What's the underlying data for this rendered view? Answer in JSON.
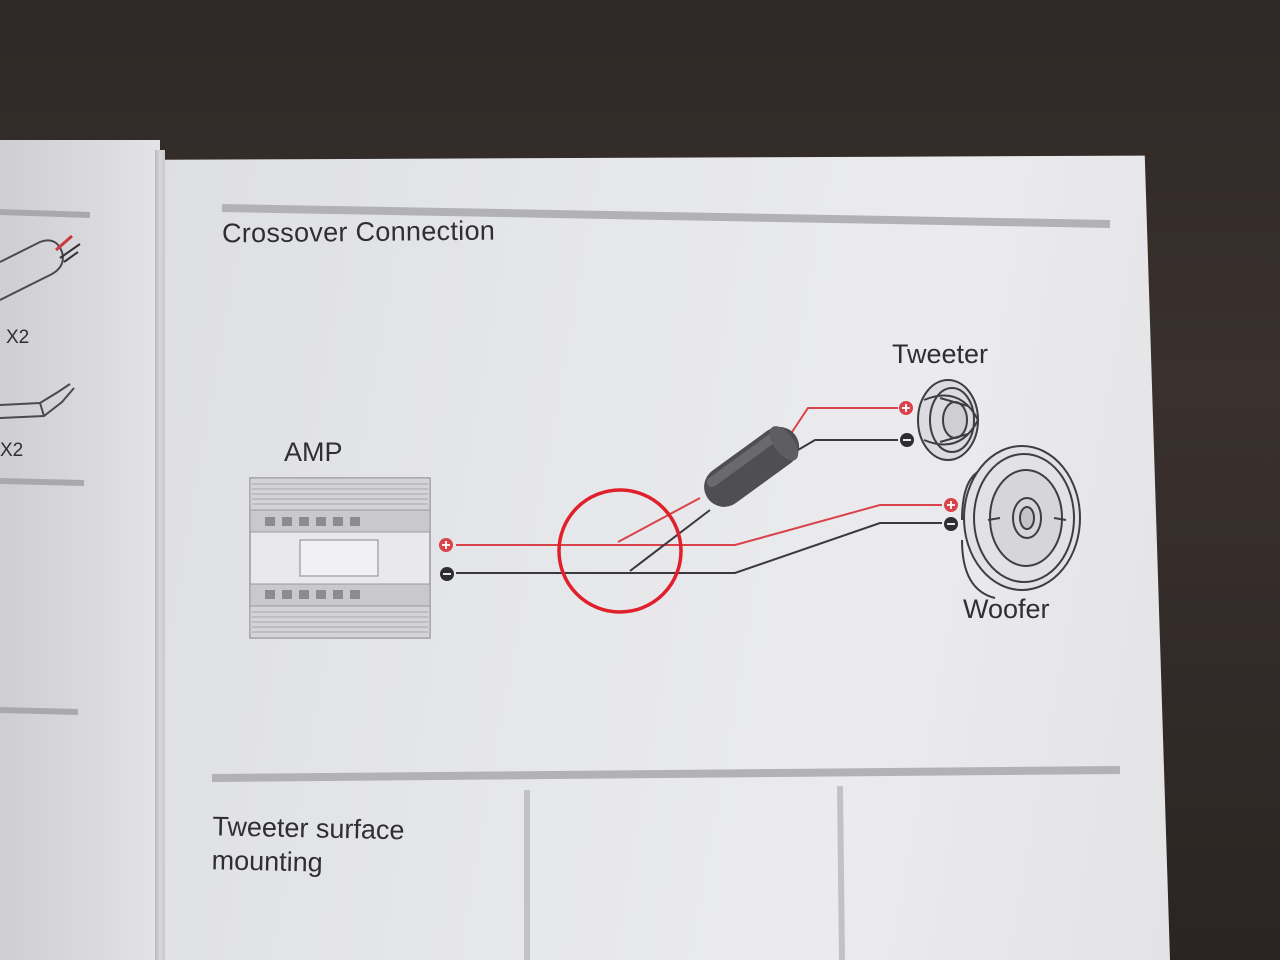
{
  "section": {
    "title": "Crossover Connection"
  },
  "labels": {
    "amp": "AMP",
    "tweeter": "Tweeter",
    "woofer": "Woofer"
  },
  "next_section": {
    "title": "Tweeter surface mounting"
  },
  "left_page": {
    "qty_1": "X2",
    "qty_2": "X2"
  },
  "colors": {
    "positive_wire": "#d9434a",
    "negative_wire": "#3a3a3e",
    "highlight_circle": "#e0202a",
    "paper": "#e6e7ea"
  },
  "icons": {
    "positive_terminal": "plus-terminal-icon",
    "negative_terminal": "minus-terminal-icon"
  }
}
